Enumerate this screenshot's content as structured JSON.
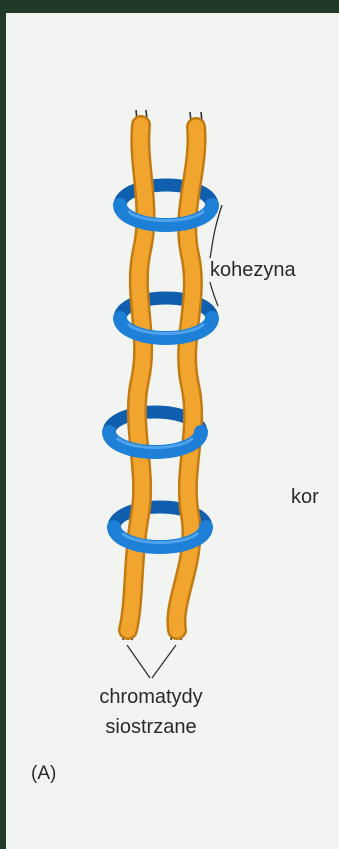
{
  "labels": {
    "cohesin": "kohezyna",
    "sister_chromatids_line1": "chromatydy",
    "sister_chromatids_line2": "siostrzane",
    "panel": "(A)",
    "cut_text": "kor"
  },
  "colors": {
    "background": "#1f3a26",
    "page": "#f1f4f1",
    "chromatid": "#f2a52e",
    "chromatid_edge": "#c27a12",
    "cohesin": "#1e7fd6",
    "cohesin_dark": "#0f5fae",
    "text": "#2a2a2a"
  },
  "diagram": {
    "chromatid_count": 2,
    "cohesin_ring_count": 4
  }
}
